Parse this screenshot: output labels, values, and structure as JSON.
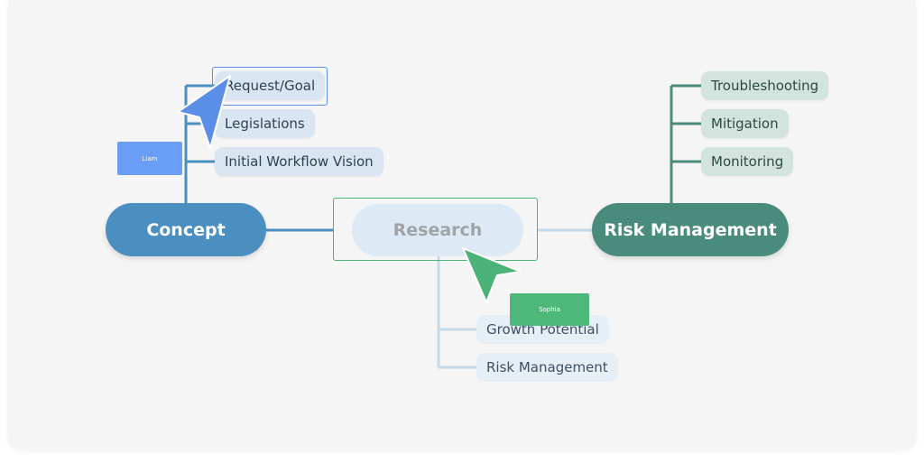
{
  "colors": {
    "concept": "#4a8fc0",
    "research": "#dde9f4",
    "risk_management": "#4a8c7b",
    "cursor_liam": "#5b8ee6",
    "cursor_sophia": "#4cb378"
  },
  "mindmap": {
    "concept": {
      "label": "Concept",
      "children": [
        "Request/Goal",
        "Legislations",
        "Initial Workflow Vision"
      ]
    },
    "research": {
      "label": "Research",
      "children": [
        "Growth Potential",
        "Risk Management"
      ]
    },
    "risk_management": {
      "label": "Risk Management",
      "children": [
        "Troubleshooting",
        "Mitigation",
        "Monitoring"
      ]
    }
  },
  "collaborators": [
    {
      "name": "Liam",
      "icon": "cursor-arrow-icon"
    },
    {
      "name": "Sophia",
      "icon": "cursor-arrow-icon"
    }
  ]
}
